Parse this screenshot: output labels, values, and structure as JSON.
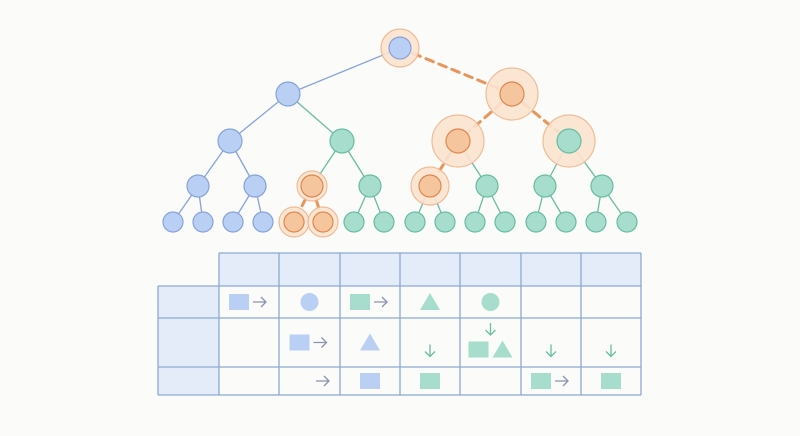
{
  "colors": {
    "blue_fill": "#b9cff4",
    "blue_stroke": "#86a3da",
    "green_fill": "#a6ddcc",
    "green_stroke": "#68bda3",
    "orange_fill": "#f5c59e",
    "orange_stroke": "#e0874d",
    "halo_fill": "#fbe4d1",
    "halo_stroke": "#f1b58c",
    "path_edge": "#e8955a",
    "grid_line": "#8da8d4",
    "header_fill": "#e4ecf9",
    "label_fill": "#e4ecf9",
    "arrow": "#8a93b0"
  },
  "tree": {
    "levels": [
      [
        {
          "color": "blue",
          "halo": "medium"
        }
      ],
      [
        {
          "color": "blue"
        },
        {
          "color": "orange",
          "halo": "large",
          "path": true
        }
      ],
      [
        {
          "color": "blue"
        },
        {
          "color": "green"
        },
        {
          "color": "orange",
          "halo": "large",
          "path": true
        },
        {
          "color": "green",
          "halo": "large",
          "path": true
        }
      ],
      [
        {
          "color": "blue"
        },
        {
          "color": "blue"
        },
        {
          "color": "orange",
          "halo": "small"
        },
        {
          "color": "green"
        },
        {
          "color": "orange",
          "halo": "medium",
          "path": true
        },
        {
          "color": "green"
        },
        {
          "color": "green"
        },
        {
          "color": "green"
        }
      ],
      [
        {
          "color": "blue"
        },
        {
          "color": "blue"
        },
        {
          "color": "blue"
        },
        {
          "color": "blue"
        },
        {
          "color": "orange",
          "halo": "small",
          "path": true
        },
        {
          "color": "orange",
          "halo": "small",
          "path": true
        },
        {
          "color": "green"
        },
        {
          "color": "green"
        },
        {
          "color": "green"
        },
        {
          "color": "green"
        },
        {
          "color": "green"
        },
        {
          "color": "green"
        },
        {
          "color": "green"
        },
        {
          "color": "green"
        },
        {
          "color": "green"
        },
        {
          "color": "green"
        }
      ]
    ]
  },
  "table": {
    "columns": 7,
    "rows": [
      [
        [
          "blue-square",
          "arrow-right"
        ],
        [
          "blue-circle"
        ],
        [
          "green-square",
          "arrow-right"
        ],
        [
          "green-triangle"
        ],
        [
          "green-circle"
        ],
        [],
        []
      ],
      [
        [],
        [
          "blue-square",
          "arrow-right"
        ],
        [
          "blue-triangle"
        ],
        [
          "arrow-down-low"
        ],
        [
          "arrow-down-high",
          "green-square",
          "green-triangle"
        ],
        [
          "arrow-down-low"
        ],
        [
          "arrow-down-low"
        ]
      ],
      [
        [],
        [
          "arrow-right-end"
        ],
        [
          "blue-square"
        ],
        [
          "green-square"
        ],
        [],
        [
          "green-square",
          "arrow-right"
        ],
        [
          "green-square"
        ]
      ]
    ]
  }
}
